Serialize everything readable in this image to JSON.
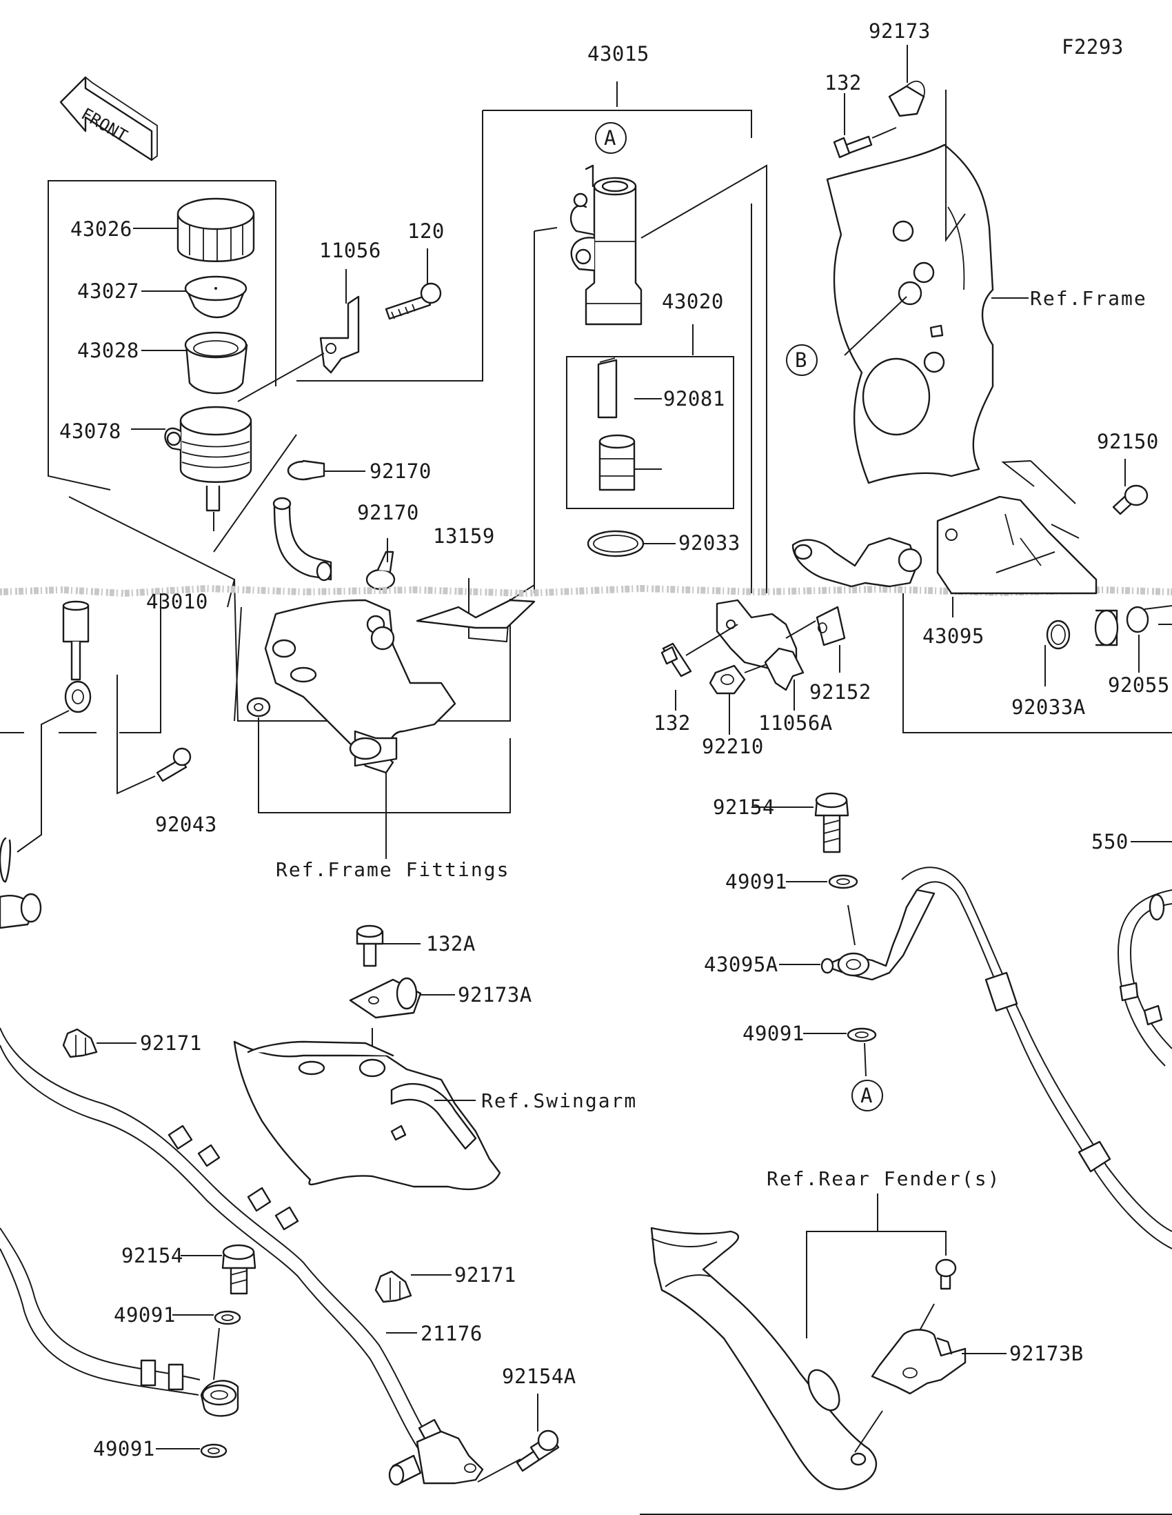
{
  "figure_code": "F2293",
  "front_label": "FRONT",
  "markers": {
    "a": "A",
    "b": "B"
  },
  "ref_labels": {
    "frame": "Ref.Frame",
    "frame_fittings": "Ref.Frame Fittings",
    "swingarm": "Ref.Swingarm",
    "rear_fender": "Ref.Rear Fender(s)"
  },
  "parts": {
    "p43015": "43015",
    "p92173": "92173",
    "p132_top": "132",
    "p43026": "43026",
    "p43027": "43027",
    "p43028": "43028",
    "p43078": "43078",
    "p11056": "11056",
    "p120": "120",
    "p43020": "43020",
    "p92081": "92081",
    "p92170_a": "92170",
    "p92170_b": "92170",
    "p13159": "13159",
    "p92033": "92033",
    "p92150": "92150",
    "p43010": "43010",
    "p132_mid": "132",
    "p92210": "92210",
    "p11056A": "11056A",
    "p92152": "92152",
    "p43095": "43095",
    "p92033A": "92033A",
    "p92055": "92055",
    "p92043": "92043",
    "p92154_mid": "92154",
    "p550": "550",
    "p49091_a": "49091",
    "p43095A": "43095A",
    "p49091_b": "49091",
    "p132A": "132A",
    "p92173A": "92173A",
    "p92171_a": "92171",
    "p92154_low": "92154",
    "p92171_b": "92171",
    "p49091_c": "49091",
    "p21176": "21176",
    "p92154A": "92154A",
    "p49091_d": "49091",
    "p92173B": "92173B"
  }
}
